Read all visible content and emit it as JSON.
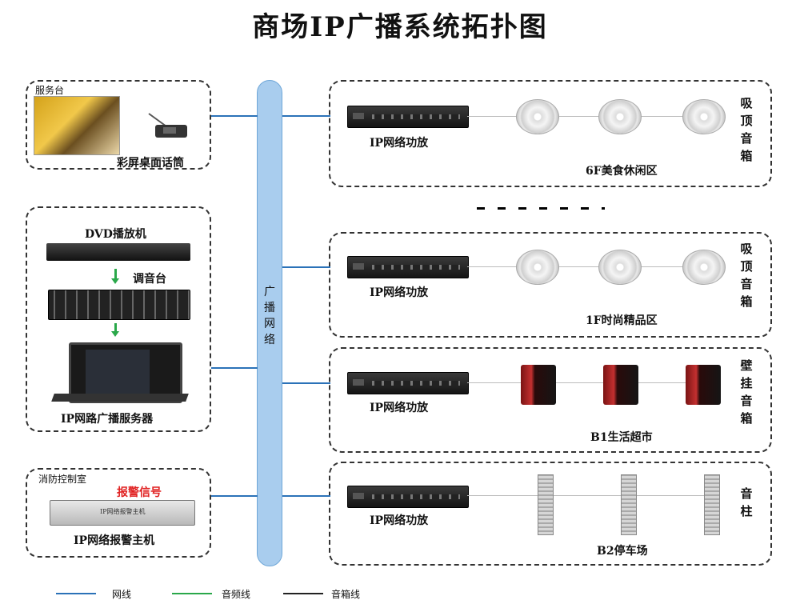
{
  "title": "商场IP广播系统拓扑图",
  "bus_label": "广播网络",
  "left": {
    "service_desk": {
      "header": "服务台",
      "device": "彩屏桌面话筒"
    },
    "control": {
      "dvd": "DVD播放机",
      "mixer": "调音台",
      "server": "IP网路广播服务器"
    },
    "fire": {
      "header": "消防控制室",
      "alarm_signal": "报警信号",
      "device": "IP网络报警主机",
      "device_face": "IP网络报警主机"
    }
  },
  "zones": [
    {
      "amp": "IP网络功放",
      "name": "6F美食休闲区",
      "speaker_type": "吸顶音箱"
    },
    {
      "amp": "IP网络功放",
      "name": "1F时尚精品区",
      "speaker_type": "吸顶音箱"
    },
    {
      "amp": "IP网络功放",
      "name": "B1生活超市",
      "speaker_type": "壁挂音箱"
    },
    {
      "amp": "IP网络功放",
      "name": "B2停车场",
      "speaker_type": "音柱"
    }
  ],
  "legend": [
    {
      "label": "网线",
      "color": "#2b72b8"
    },
    {
      "label": "音频线",
      "color": "#2aa84a"
    },
    {
      "label": "音箱线",
      "color": "#222222"
    }
  ]
}
